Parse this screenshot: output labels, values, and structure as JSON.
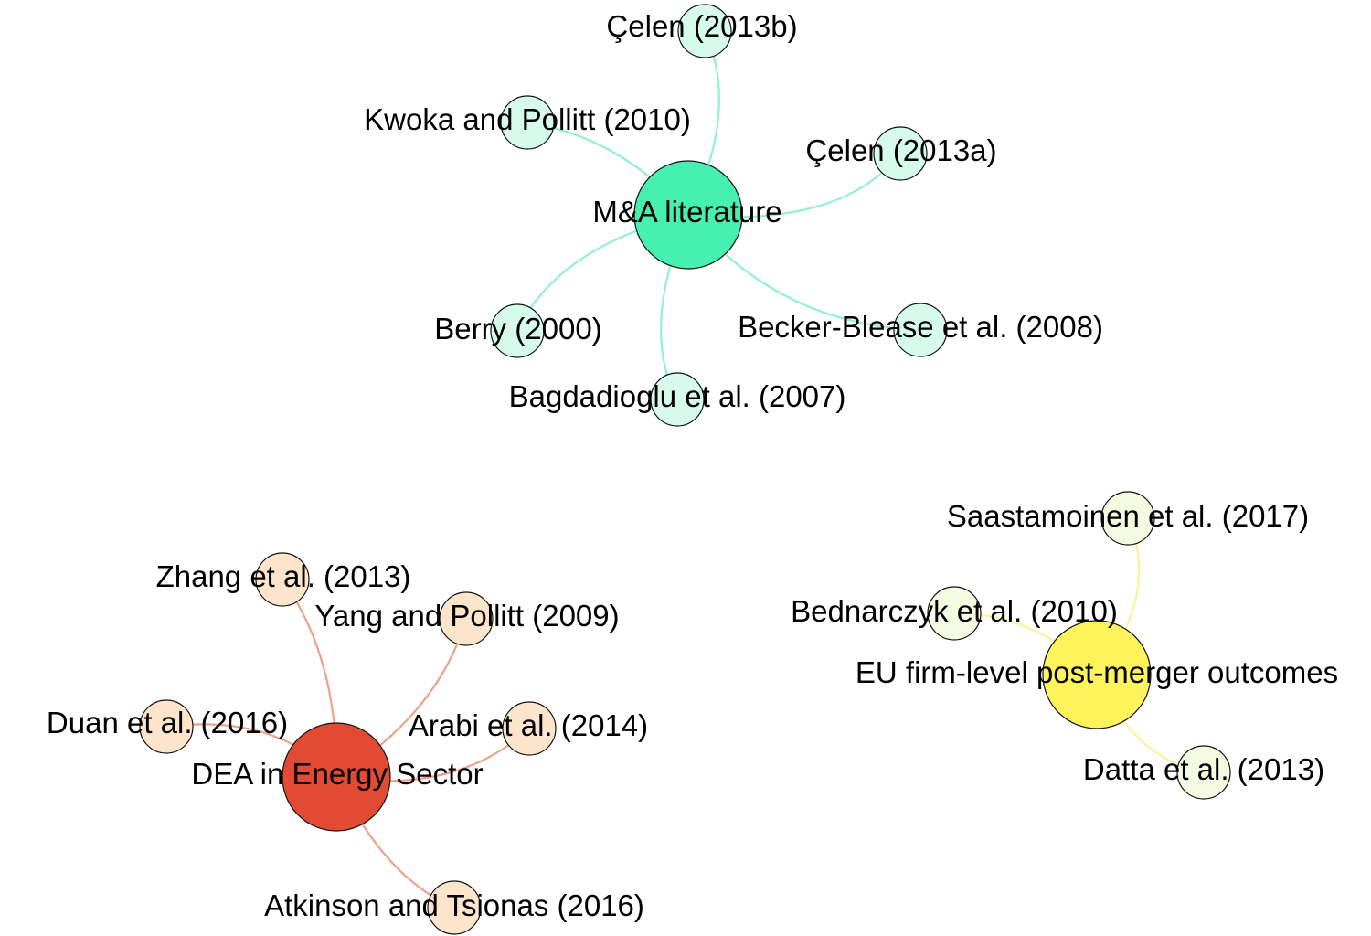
{
  "clusters": [
    {
      "hub": "M&A literature",
      "colors": {
        "hub": "#45f0b0",
        "leaf": "#d6fbec",
        "edge": "#8ff2cc"
      },
      "leaves": [
        "Çelen (2013b)",
        "Kwoka and Pollitt (2010)",
        "Çelen (2013a)",
        "Berry (2000)",
        "Becker-Blease et al. (2008)",
        "Bagdadioglu et al. (2007)"
      ]
    },
    {
      "hub": "DEA in Energy Sector",
      "colors": {
        "hub": "#e34a33",
        "leaf": "#fde5cc",
        "edge": "#f0a085"
      },
      "leaves": [
        "Zhang et al. (2013)",
        "Yang and Pollitt (2009)",
        "Duan et al. (2016)",
        "Arabi et al. (2014)",
        "Atkinson and Tsionas (2016)"
      ]
    },
    {
      "hub": "EU firm-level post-merger outcomes",
      "colors": {
        "hub": "#fef35a",
        "leaf": "#f5fbe1",
        "edge": "#f9f39a"
      },
      "leaves": [
        "Saastamoinen et al. (2017)",
        "Bednarczyk et al. (2010)",
        "Datta et al. (2013)"
      ]
    }
  ]
}
